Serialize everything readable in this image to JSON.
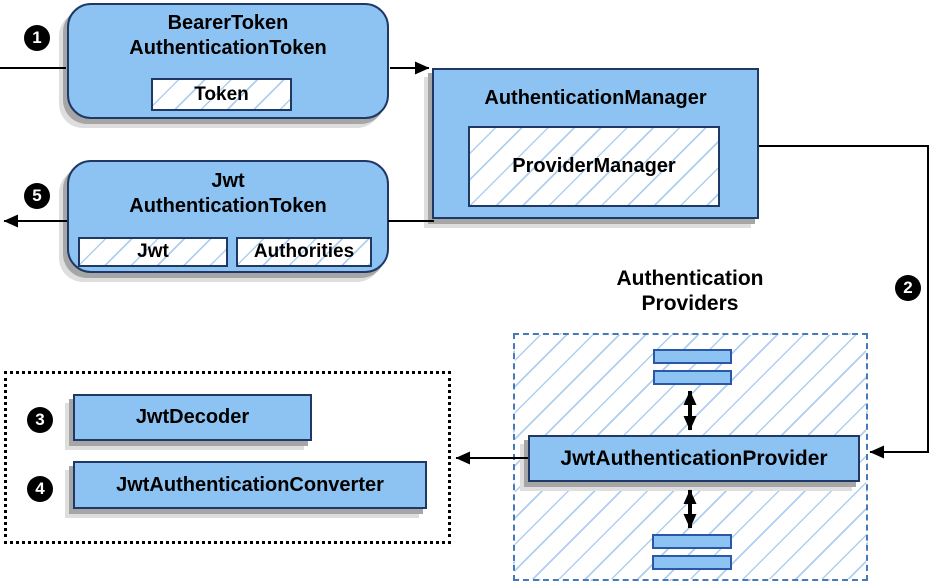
{
  "colors": {
    "node_fill": "#8DC3F2",
    "node_border": "#1F3864",
    "hatch_line": "#AECFF0",
    "bar_border": "#2B57A7",
    "providers_dashed_border": "#4779B8",
    "dotted_group_border": "#000000",
    "shadow_dark": "#A6A6A6",
    "shadow_light": "#DEDEDE",
    "connector": "#000000",
    "badge_bg": "#000000",
    "badge_text": "#FFFFFF"
  },
  "nodes": {
    "bearer_token": {
      "title_line1": "BearerToken",
      "title_line2": "AuthenticationToken",
      "chip": "Token"
    },
    "authentication_manager": {
      "title": "AuthenticationManager",
      "chip": "ProviderManager"
    },
    "jwt_authentication_token": {
      "title_line1": "Jwt",
      "title_line2": "AuthenticationToken",
      "chip_left": "Jwt",
      "chip_right": "Authorities"
    },
    "jwt_decoder": {
      "label": "JwtDecoder"
    },
    "jwt_authentication_converter": {
      "label": "JwtAuthenticationConverter"
    },
    "jwt_authentication_provider": {
      "label": "JwtAuthenticationProvider"
    },
    "providers_group": {
      "label_line1": "Authentication",
      "label_line2": "Providers"
    }
  },
  "steps": {
    "s1": "1",
    "s2": "2",
    "s3": "3",
    "s4": "4",
    "s5": "5"
  }
}
